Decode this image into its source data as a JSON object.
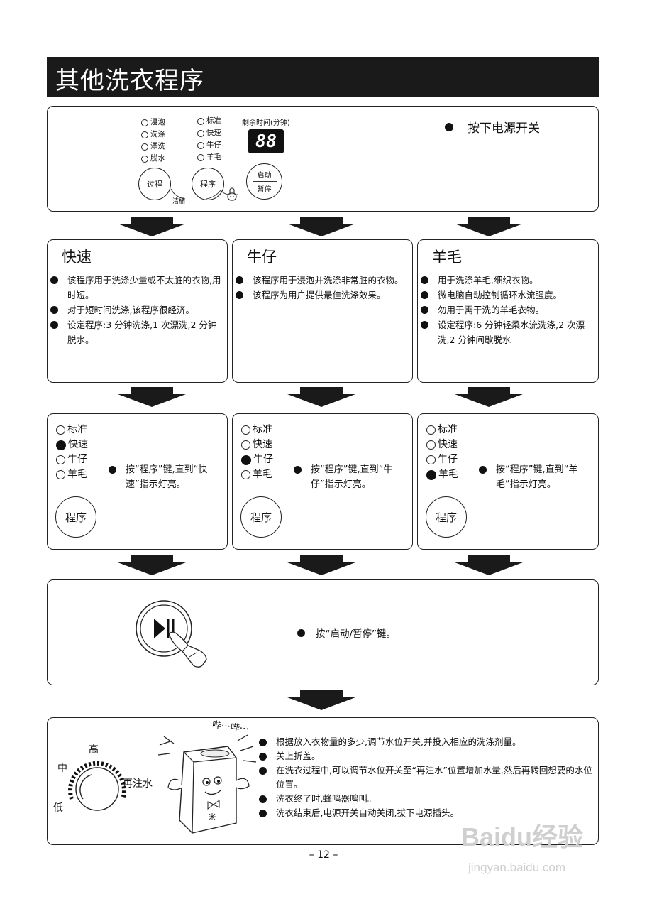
{
  "header": {
    "title": "其他洗衣程序"
  },
  "control_panel": {
    "process_indicators": [
      "浸泡",
      "洗涤",
      "漂洗",
      "脱水"
    ],
    "program_indicators": [
      "标准",
      "快速",
      "牛仔",
      "羊毛"
    ],
    "time_label": "剩余时间(分钟)",
    "display_value": "88",
    "process_button": "过程",
    "program_button": "程序",
    "start_button_top": "启动",
    "start_button_bottom": "暂停",
    "clean_tub_label": "洁桶",
    "instruction": "按下电源开关"
  },
  "programs": [
    {
      "title": "快速",
      "bullets": [
        "该程序用于洗涤少量或不太脏的衣物,用时短。",
        "对于短时间洗涤,该程序很经济。",
        "设定程序:3 分钟洗涤,1 次漂洗,2 分钟脱水。"
      ],
      "select_instruction": "按“程序”键,直到“快速”指示灯亮。"
    },
    {
      "title": "牛仔",
      "bullets": [
        "该程序用于浸泡并洗涤非常脏的衣物。",
        "该程序为用户提供最佳洗涤效果。"
      ],
      "select_instruction": "按“程序”键,直到“牛仔”指示灯亮。"
    },
    {
      "title": "羊毛",
      "bullets": [
        "用于洗涤羊毛,细织衣物。",
        "微电脑自动控制循环水流强度。",
        "勿用于需干洗的羊毛衣物。",
        "设定程序:6 分钟轻柔水流洗涤,2 次漂洗,2 分钟间歇脱水"
      ],
      "select_instruction": "按“程序”键,直到“羊毛”指示灯亮。"
    }
  ],
  "program_labels": [
    "标准",
    "快速",
    "牛仔",
    "羊毛"
  ],
  "program_button_label": "程序",
  "start_step": {
    "instruction": "按“启动/暂停”键。"
  },
  "final_step": {
    "knob_labels": {
      "high": "高",
      "mid": "中",
      "low": "低",
      "refill": "再注水"
    },
    "beep_text": "哔⋯哔⋯",
    "bullets": [
      "根据放入衣物量的多少,调节水位开关,并投入相应的洗涤剂量。",
      "关上折盖。",
      "在洗衣过程中,可以调节水位开关至“再注水”位置增加水量,然后再转回想要的水位位置。",
      "洗衣终了时,蜂鸣器鸣叫。",
      "洗衣结束后,电源开关自动关闭,拔下电源插头。"
    ]
  },
  "page_number": "– 12 –",
  "watermark": {
    "brand": "Baidu经验",
    "url": "jingyan.baidu.com"
  }
}
